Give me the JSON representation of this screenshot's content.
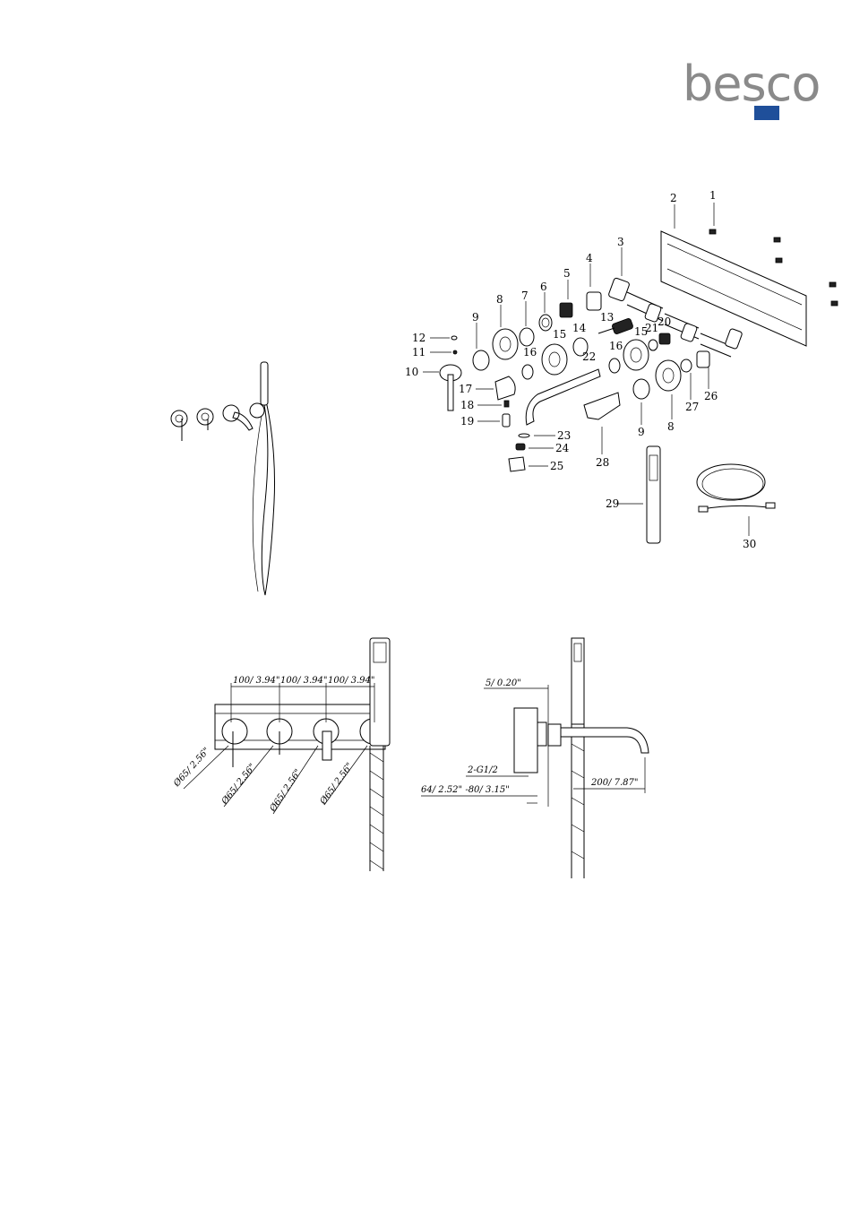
{
  "brand": {
    "name": "besco",
    "color_text": "#8a8a8a",
    "color_accent": "#1f4f9a"
  },
  "parts": [
    {
      "id": "1"
    },
    {
      "id": "2"
    },
    {
      "id": "3"
    },
    {
      "id": "4"
    },
    {
      "id": "5"
    },
    {
      "id": "6"
    },
    {
      "id": "7"
    },
    {
      "id": "8"
    },
    {
      "id": "9"
    },
    {
      "id": "10"
    },
    {
      "id": "11"
    },
    {
      "id": "12"
    },
    {
      "id": "13"
    },
    {
      "id": "14"
    },
    {
      "id": "15"
    },
    {
      "id": "16"
    },
    {
      "id": "17"
    },
    {
      "id": "18"
    },
    {
      "id": "19"
    },
    {
      "id": "20"
    },
    {
      "id": "21"
    },
    {
      "id": "22"
    },
    {
      "id": "23"
    },
    {
      "id": "24"
    },
    {
      "id": "25"
    },
    {
      "id": "26"
    },
    {
      "id": "27"
    },
    {
      "id": "28"
    },
    {
      "id": "29"
    },
    {
      "id": "30"
    }
  ],
  "dimensions_front": {
    "spacing_1": "100/ 3.94\"",
    "spacing_2": "100/ 3.94\"",
    "spacing_3": "100/ 3.94\"",
    "dia_1": "Ø65/ 2.56\"",
    "dia_2": "Ø65/ 2.56\"",
    "dia_3": "Ø65/ 2.56\"",
    "dia_4": "Ø65/ 2.56\""
  },
  "dimensions_side": {
    "plate": "5/ 0.20\"",
    "thread": "2-G1/2",
    "depth": "64/ 2.52\" -80/ 3.15\"",
    "spout": "200/ 7.87\""
  }
}
